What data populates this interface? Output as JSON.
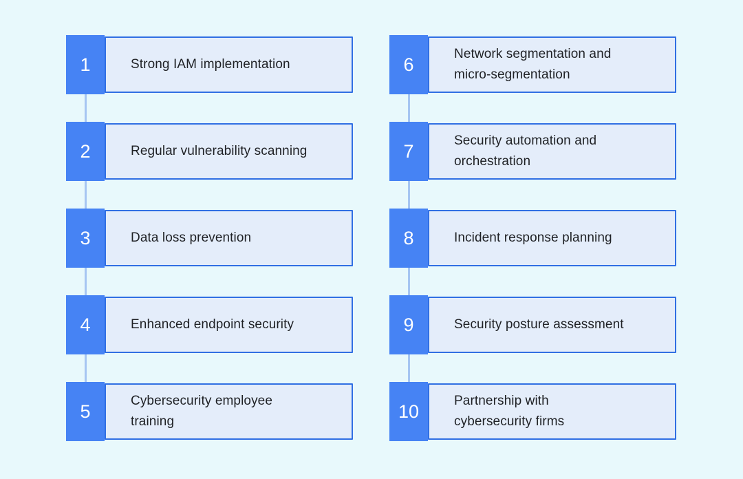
{
  "canvas": {
    "background": "#e8f9fc"
  },
  "colors": {
    "badge": "#4683f4",
    "box_border": "#306fe3",
    "box_fill": "#e4edfa",
    "connector_line": "#a6c6f2",
    "label_text": "#1f2125",
    "number_text": "#ffffff"
  },
  "items": [
    {
      "number": "1",
      "label": "Strong IAM implementation"
    },
    {
      "number": "2",
      "label": "Regular vulnerability scanning"
    },
    {
      "number": "3",
      "label": "Data loss prevention"
    },
    {
      "number": "4",
      "label": "Enhanced endpoint security"
    },
    {
      "number": "5",
      "label": "Cybersecurity employee\ntraining"
    },
    {
      "number": "6",
      "label": "Network segmentation and\nmicro-segmentation"
    },
    {
      "number": "7",
      "label": "Security automation and\norchestration"
    },
    {
      "number": "8",
      "label": "Incident response planning"
    },
    {
      "number": "9",
      "label": "Security posture assessment"
    },
    {
      "number": "10",
      "label": "Partnership with\ncybersecurity firms"
    }
  ]
}
